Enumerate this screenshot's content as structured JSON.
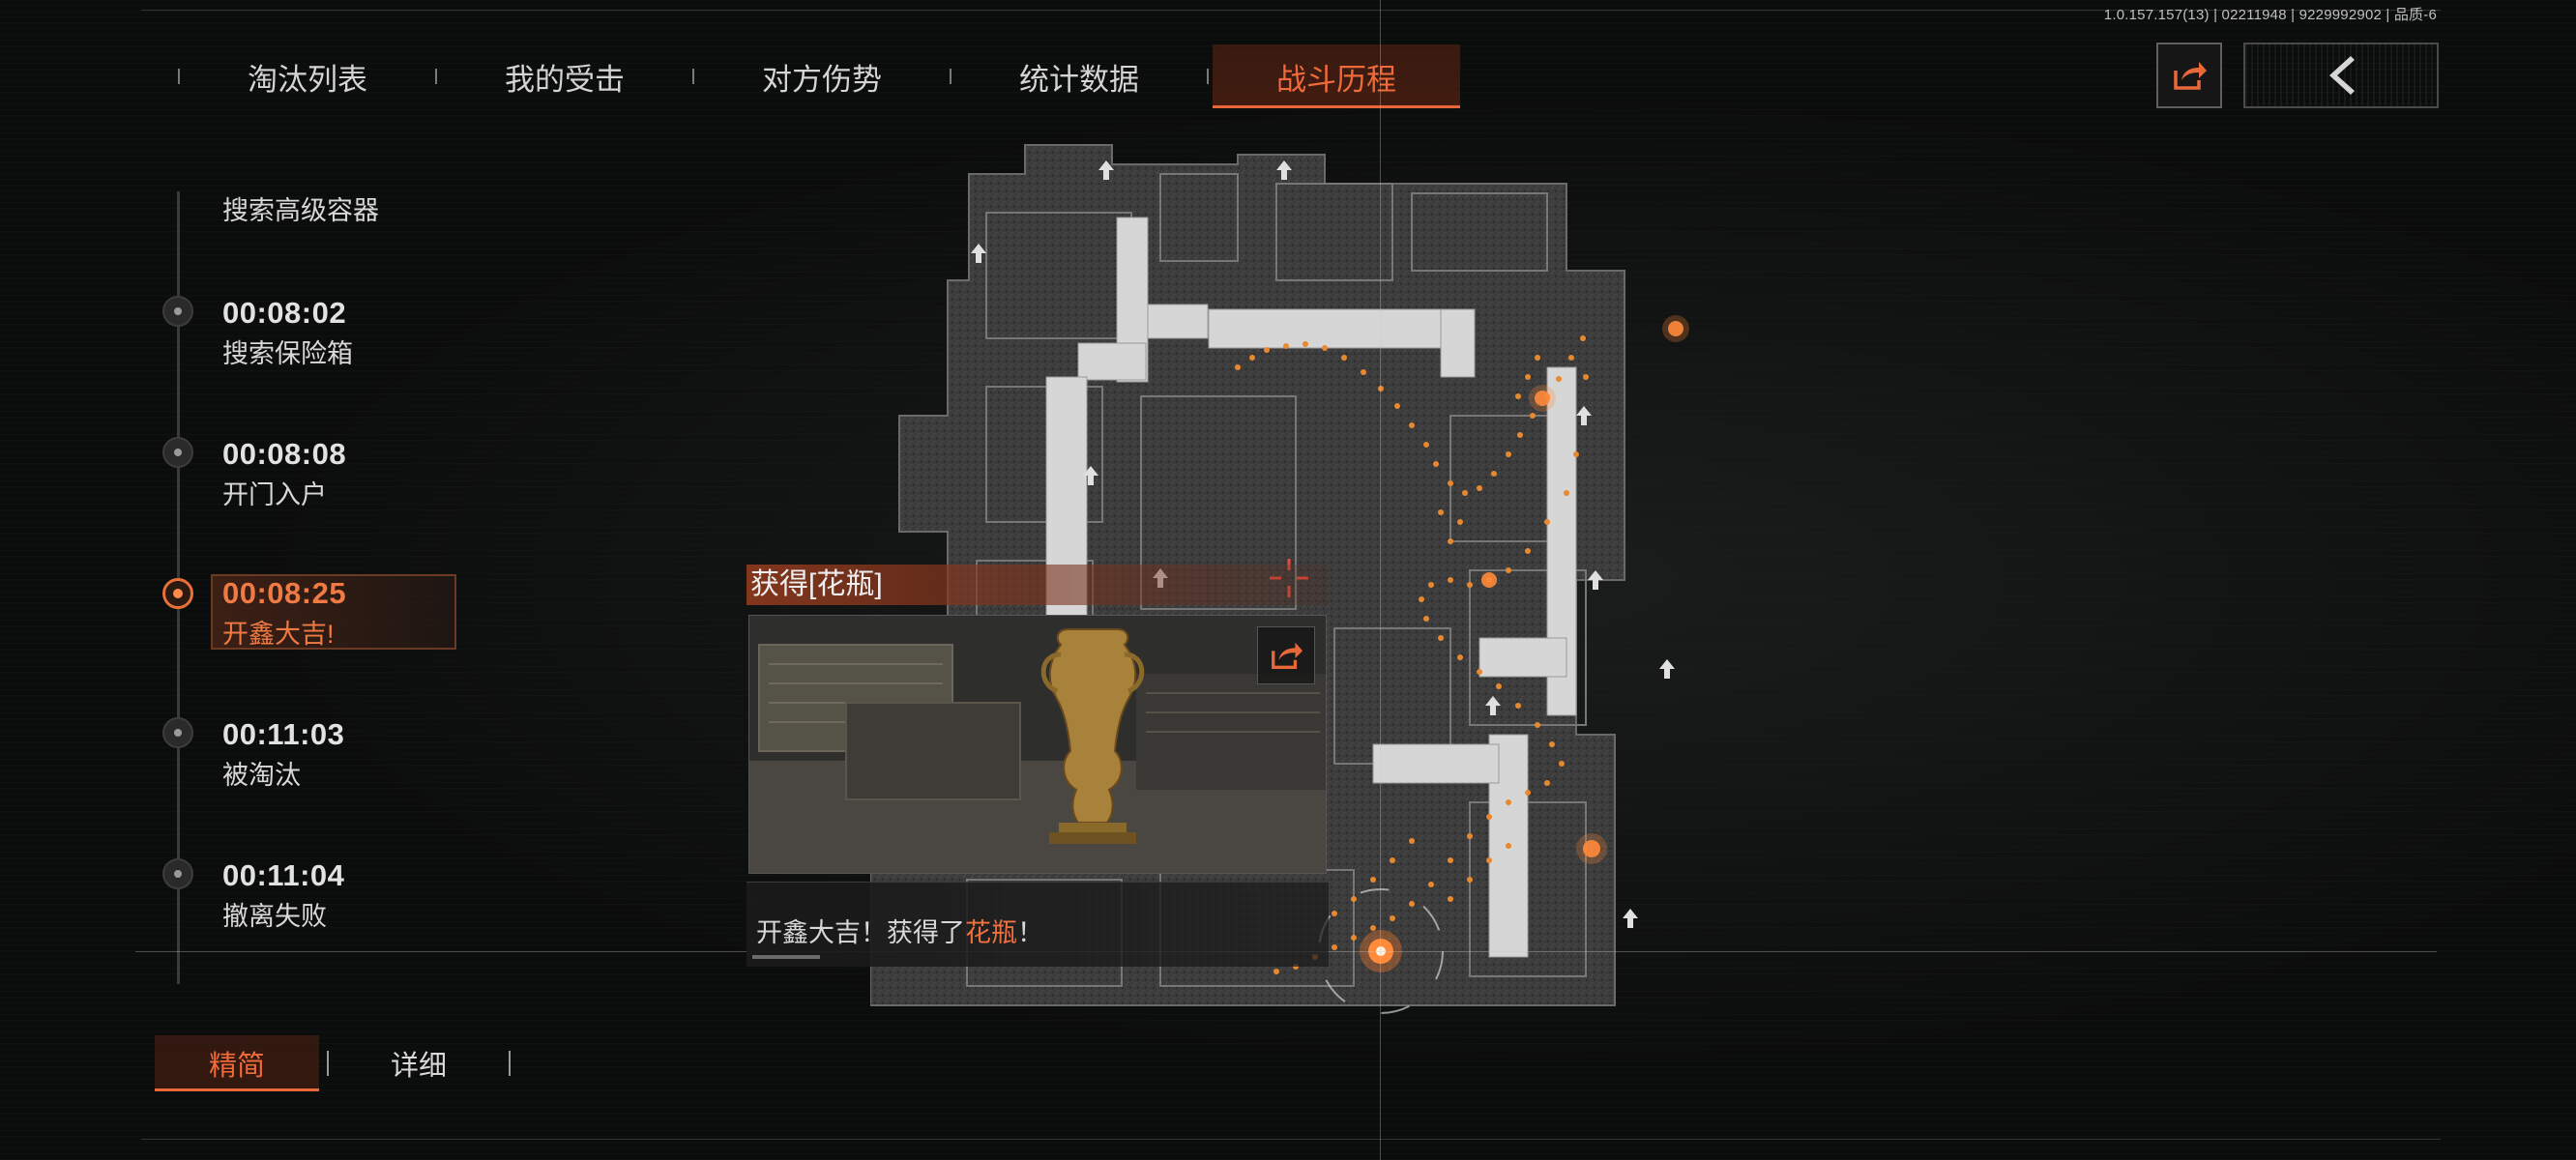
{
  "version_info": "1.0.157.157(13) | 02211948 | 9229992902 | 品质-6",
  "tabs": [
    {
      "label": "淘汰列表",
      "active": false
    },
    {
      "label": "我的受击",
      "active": false
    },
    {
      "label": "对方伤势",
      "active": false
    },
    {
      "label": "统计数据",
      "active": false
    },
    {
      "label": "战斗历程",
      "active": true
    }
  ],
  "timeline": [
    {
      "time": "",
      "label": "搜索高级容器",
      "active": false
    },
    {
      "time": "00:08:02",
      "label": "搜索保险箱",
      "active": false
    },
    {
      "time": "00:08:08",
      "label": "开门入户",
      "active": false
    },
    {
      "time": "00:08:25",
      "label": "开鑫大吉!",
      "active": true
    },
    {
      "time": "00:11:03",
      "label": "被淘汰",
      "active": false
    },
    {
      "time": "00:11:04",
      "label": "撤离失败",
      "active": false
    }
  ],
  "mode_toggle": {
    "simple": "精简",
    "detailed": "详细",
    "active": "simple"
  },
  "popup": {
    "title": "获得[花瓶]",
    "caption_prefix": "开鑫大吉！获得了",
    "caption_item": "花瓶",
    "caption_suffix": "！"
  },
  "icons": {
    "share_top": "share-icon",
    "back": "chevron-left-icon",
    "popup_share": "share-icon"
  },
  "colors": {
    "accent": "#e8683a",
    "path_dots": "#e8892e",
    "background": "#0b0c0c"
  }
}
